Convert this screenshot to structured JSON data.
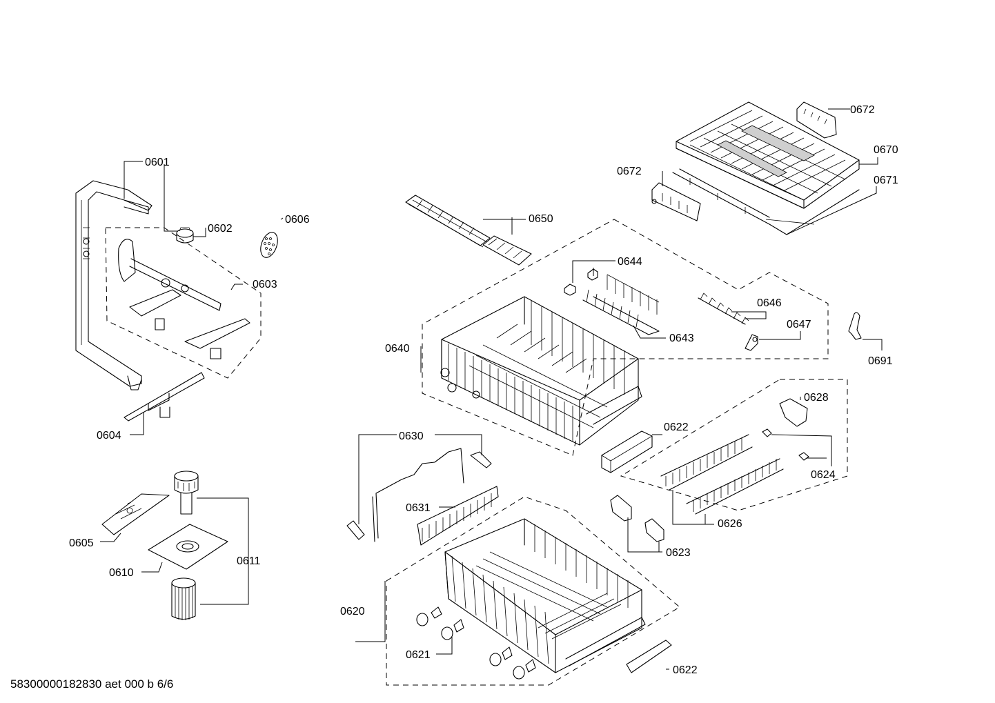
{
  "labels": {
    "p0601": "0601",
    "p0602": "0602",
    "p0606": "0606",
    "p0603": "0603",
    "p0604": "0604",
    "p0605": "0605",
    "p0610": "0610",
    "p0611": "0611",
    "p0650": "0650",
    "p0644": "0644",
    "p0643": "0643",
    "p0640": "0640",
    "p0646": "0646",
    "p0647": "0647",
    "p0672a": "0672",
    "p0670": "0670",
    "p0672b": "0672",
    "p0671": "0671",
    "p0691": "0691",
    "p0628": "0628",
    "p0622a": "0622",
    "p0624": "0624",
    "p0626": "0626",
    "p0623": "0623",
    "p0630": "0630",
    "p0631": "0631",
    "p0620": "0620",
    "p0621": "0621",
    "p0622b": "0622"
  },
  "footer": "58300000182830 aet 000 b 6/6"
}
